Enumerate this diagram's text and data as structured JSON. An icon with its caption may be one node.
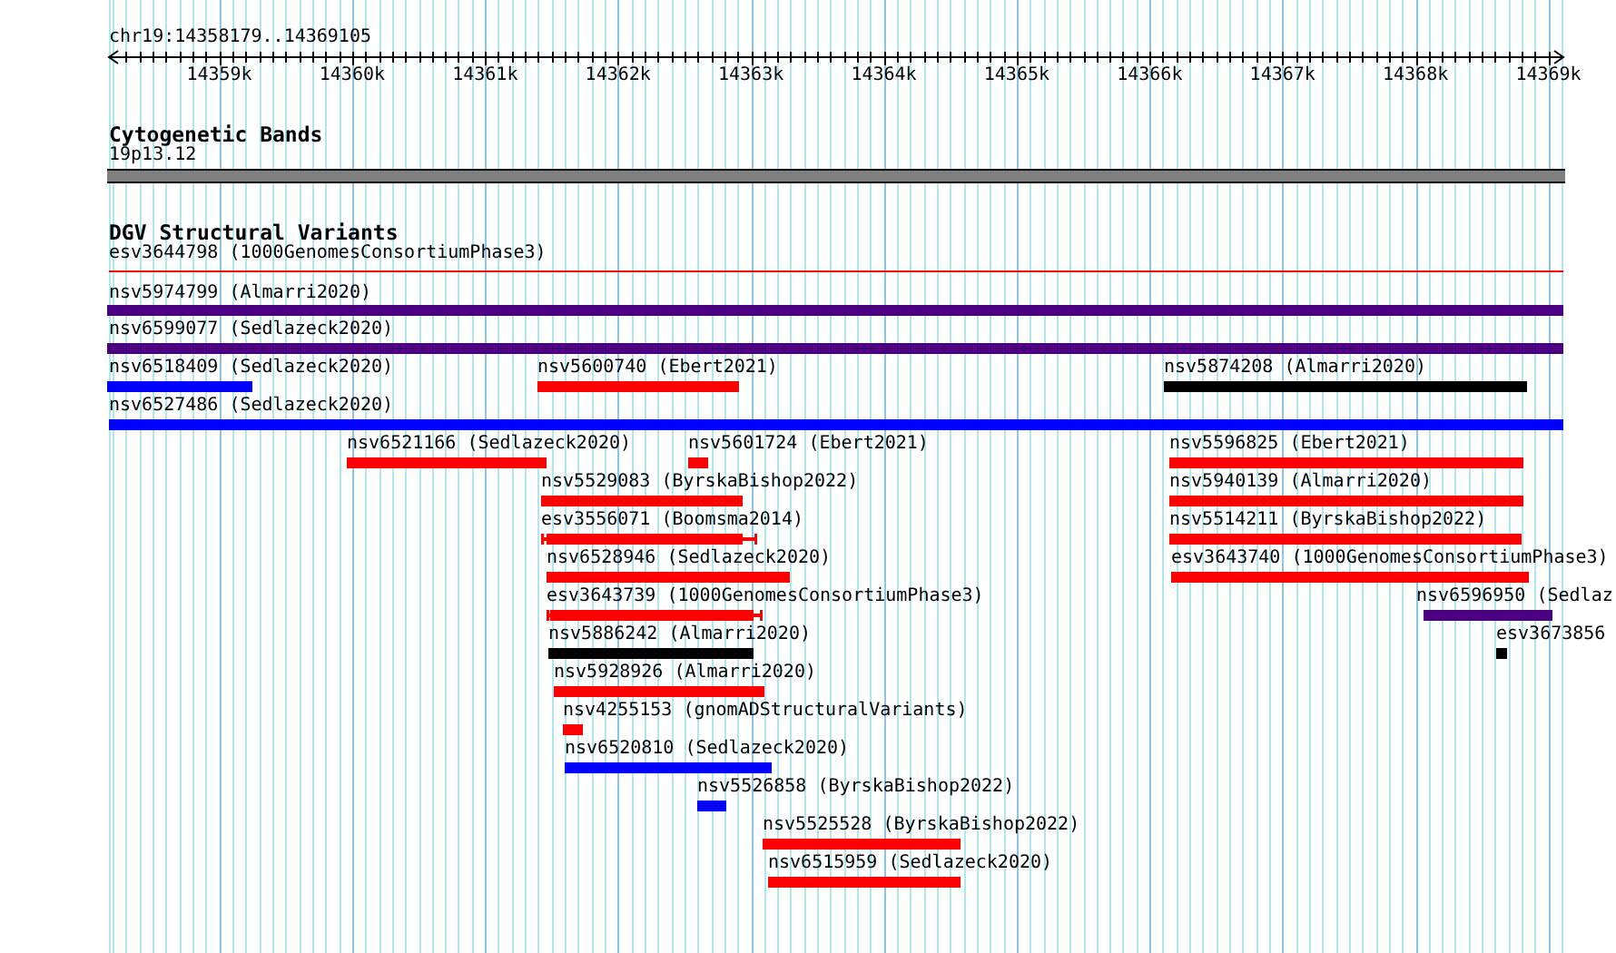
{
  "diagram": {
    "nodes": [
      {
        "text": [
          "19p13.12"
        ]
      },
      {
        "text": [
          "esv3644798 (1000GenomesConsortiumPhase3)"
        ]
      },
      {
        "text": [
          "nsv5974799 (Almarri2020)"
        ]
      },
      {
        "text": [
          "nsv6599077 (Sedlazeck2020)"
        ]
      },
      {
        "text": [
          "nsv6518409 (Sedlazeck2020)"
        ]
      },
      {
        "text": [
          "nsv5600740 (Ebert2021)"
        ]
      },
      {
        "text": [
          "nsv5874208 (Almarri2020)"
        ]
      },
      {
        "text": [
          "nsv6527486 (Sedlazeck2020)"
        ]
      },
      {
        "text": [
          "nsv6521166 (Sedlazeck2020)"
        ]
      },
      {
        "text": [
          "nsv5601724 (Ebert2021)"
        ]
      },
      {
        "text": [
          "nsv5596825 (Ebert2021)"
        ]
      },
      {
        "text": [
          "nsv5529083 (ByrskaBishop2022)"
        ]
      },
      {
        "text": [
          "nsv5940139 (Almarri2020)"
        ]
      },
      {
        "text": [
          "esv3556071 (Boomsma2014)"
        ]
      },
      {
        "text": [
          "nsv5514211 (ByrskaBishop2022)"
        ]
      },
      {
        "text": [
          "nsv6528946 (Sedlazeck2020)"
        ]
      },
      {
        "text": [
          "esv3643740 (1000GenomesConsortiumPhase3)"
        ]
      },
      {
        "text": [
          "esv3643739 (1000GenomesConsortiumPhase3)"
        ]
      },
      {
        "text": [
          "nsv6596950 (Sedlaz"
        ]
      },
      {
        "text": [
          "nsv5886242 (Almarri2020)"
        ]
      },
      {
        "text": [
          "esv3673856"
        ]
      },
      {
        "text": [
          "nsv5928926 (Almarri2020)"
        ]
      },
      {
        "text": [
          "nsv4255153 (gnomADStructuralVariants)"
        ]
      },
      {
        "text": [
          "nsv6520810 (Sedlazeck2020)"
        ]
      },
      {
        "text": [
          "nsv5526858 (ByrskaBishop2022)"
        ]
      },
      {
        "text": [
          "nsv5525528 (ByrskaBishop2022)"
        ]
      },
      {
        "text": [
          "nsv6515959 (Sedlazeck2020)"
        ]
      }
    ],
    "labels": [
      "chr19:14358179..14369105",
      "14359k",
      "14360k",
      "14361k",
      "14362k",
      "14363k",
      "14364k",
      "14365k",
      "14366k",
      "14367k",
      "14368k",
      "14369k",
      "Cytogenetic Bands",
      "DGV Structural Variants"
    ]
  }
}
